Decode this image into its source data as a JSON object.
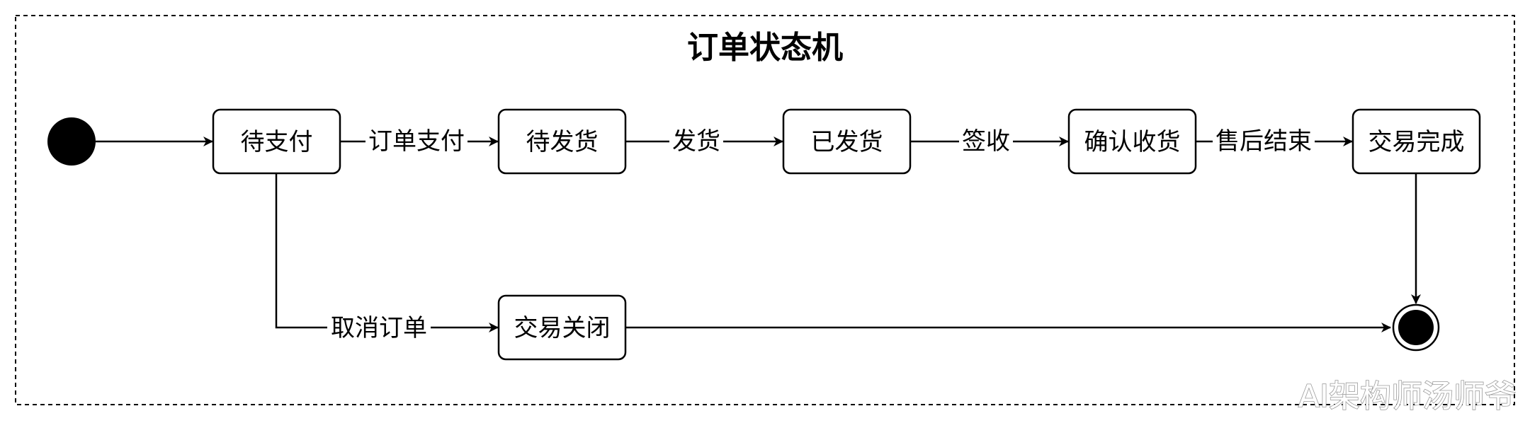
{
  "title": "订单状态机",
  "states": {
    "pending_payment": "待支付",
    "pending_shipment": "待发货",
    "shipped": "已发货",
    "confirm_receipt": "确认收货",
    "trade_completed": "交易完成",
    "trade_closed": "交易关闭"
  },
  "transitions": {
    "pay_order": "订单支付",
    "ship": "发货",
    "sign_receipt": "签收",
    "after_sales_end": "售后结束",
    "cancel_order": "取消订单"
  },
  "watermark": "AI架构师汤师爷",
  "colors": {
    "stroke": "#000000",
    "background": "#ffffff",
    "watermark_outline": "#9a9a9a"
  }
}
